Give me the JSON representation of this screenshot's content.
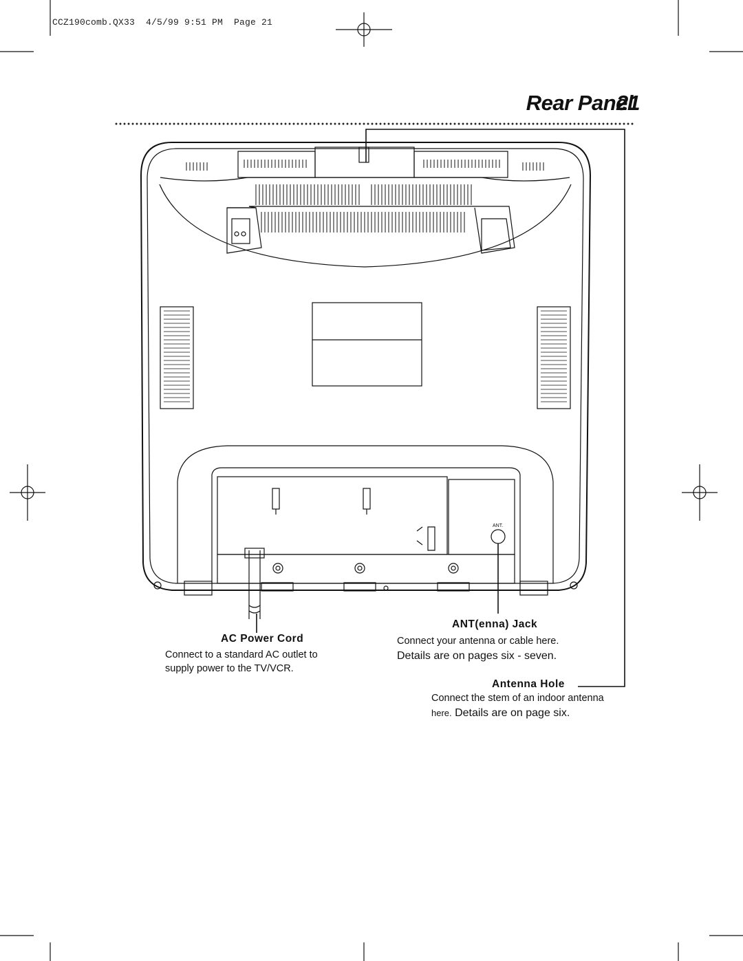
{
  "header": {
    "slug": "CCZ190comb.QX33  4/5/99 9:51 PM  Page 21",
    "title": "Rear Panel",
    "page_number": "21"
  },
  "diagram": {
    "ant_label": "ANT."
  },
  "callouts": {
    "ac_power_cord": {
      "title": "AC Power Cord",
      "line1": "Connect to a standard AC outlet to",
      "line2": "supply power to the TV/VCR."
    },
    "antenna_jack": {
      "title": "ANT(enna) Jack",
      "line1": "Connect your antenna or cable here.",
      "line2": "Details are on pages six - seven."
    },
    "antenna_hole": {
      "title": "Antenna Hole",
      "line1": "Connect the stem of an indoor antenna",
      "line2_small": "here.",
      "line2_rest": " Details are on page six."
    }
  }
}
